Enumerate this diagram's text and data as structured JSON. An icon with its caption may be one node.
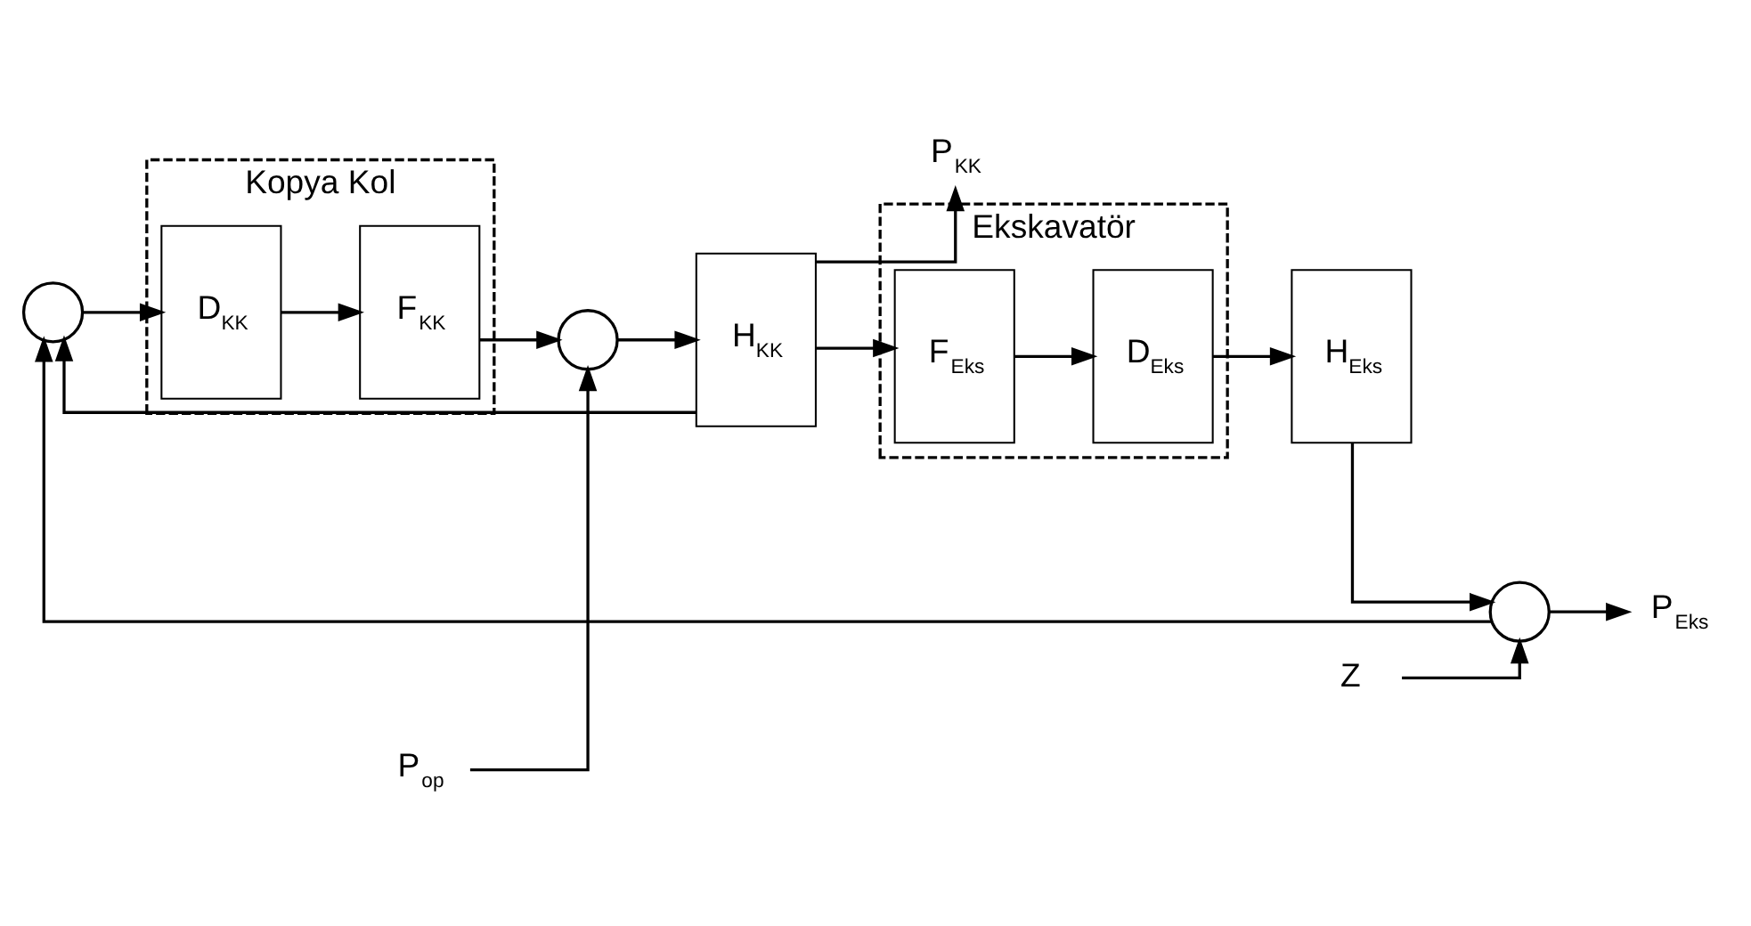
{
  "diagram": {
    "nodes": [
      {
        "text": [
          "Kopya Kol"
        ]
      },
      {
        "text": [],
        "shape": "circle"
      },
      {
        "text": [
          "D$_{KK}$"
        ],
        "in": 0
      },
      {
        "text": [
          "F$_{KK}$"
        ],
        "in": 0
      },
      {
        "text": [],
        "shape": "circle"
      },
      {
        "text": [
          "H$_{KK}$"
        ]
      },
      {
        "text": [
          "P$_{op}$"
        ]
      },
      {
        "text": [
          "P$_{KK}$"
        ]
      },
      {
        "text": [
          "Ekskavatör"
        ]
      },
      {
        "text": [
          "F$_{Eks}$"
        ],
        "in": 8
      },
      {
        "text": [
          "D$_{Eks}$"
        ],
        "in": 8
      },
      {
        "text": [
          "H$_{Eks}$"
        ]
      },
      {
        "text": [],
        "shape": "circle"
      },
      {
        "text": [
          "P$_{Eks}$"
        ]
      },
      {
        "text": [
          "Z"
        ]
      }
    ],
    "edges": [
      {
        "from": 1,
        "to": 2,
        "arrow": "to"
      },
      {
        "from": 2,
        "to": 3,
        "arrow": "to"
      },
      {
        "from": 3,
        "to": 4,
        "arrow": "to"
      },
      {
        "from": 6,
        "to": 4,
        "arrow": "to"
      },
      {
        "from": 4,
        "to": 5,
        "arrow": "to"
      },
      {
        "from": 5,
        "to": 7,
        "arrow": "to"
      },
      {
        "from": 5,
        "to": 1,
        "arrow": "to"
      },
      {
        "from": 5,
        "to": 9,
        "arrow": "to"
      },
      {
        "from": 9,
        "to": 10,
        "arrow": "to"
      },
      {
        "from": 10,
        "to": 11,
        "arrow": "to"
      },
      {
        "from": 11,
        "to": 12,
        "arrow": "to"
      },
      {
        "from": 14,
        "to": 12,
        "arrow": "to"
      },
      {
        "from": 12,
        "to": 13,
        "arrow": "to"
      },
      {
        "from": 12,
        "to": 1,
        "arrow": "to"
      }
    ]
  }
}
